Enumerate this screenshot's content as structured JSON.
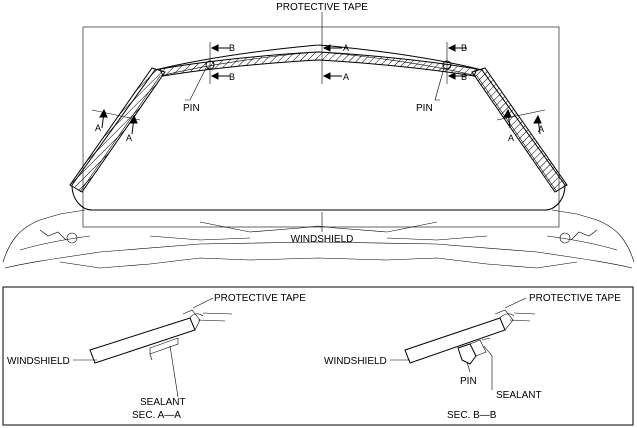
{
  "top_view": {
    "protective_tape_label": "PROTECTIVE TAPE",
    "windshield_label": "WINDSHIELD",
    "pin_left_label": "PIN",
    "pin_right_label": "PIN",
    "section_mark_a": "A",
    "section_mark_b": "B"
  },
  "section_a": {
    "protective_tape_label": "PROTECTIVE TAPE",
    "windshield_label": "WINDSHIELD",
    "sealant_label": "SEALANT",
    "caption": "SEC. A—A"
  },
  "section_b": {
    "protective_tape_label": "PROTECTIVE TAPE",
    "windshield_label": "WINDSHIELD",
    "sealant_label": "SEALANT",
    "pin_label": "PIN",
    "caption": "SEC. B—B"
  }
}
